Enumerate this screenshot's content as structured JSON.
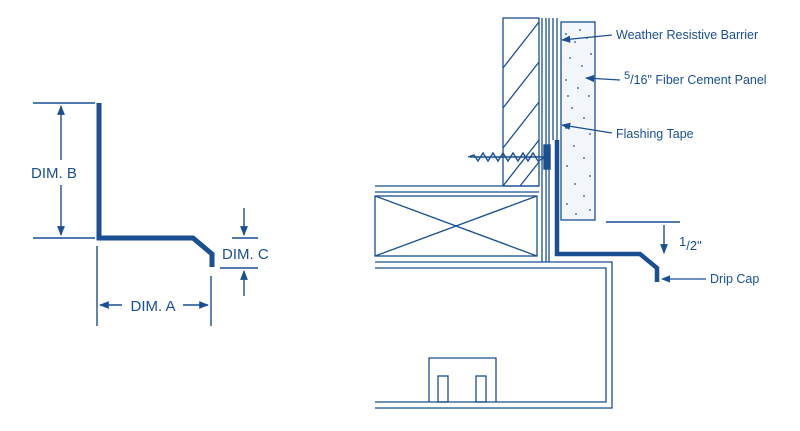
{
  "colors": {
    "ink": "#1a4f94",
    "panel_fill": "#f3f6fb",
    "background": "#ffffff"
  },
  "left_profile": {
    "dim_a": "DIM. A",
    "dim_b": "DIM. B",
    "dim_c": "DIM. C"
  },
  "right_detail": {
    "labels": {
      "weather_barrier": "Weather Resistive Barrier",
      "panel_numerator": "5",
      "panel_denominator": "16",
      "panel_rest": "\" Fiber Cement Panel",
      "flashing_tape": "Flashing Tape",
      "half_inch_numerator": "1",
      "half_inch_denominator": "2",
      "half_inch_mark": "\"",
      "drip_cap": "Drip Cap"
    }
  }
}
